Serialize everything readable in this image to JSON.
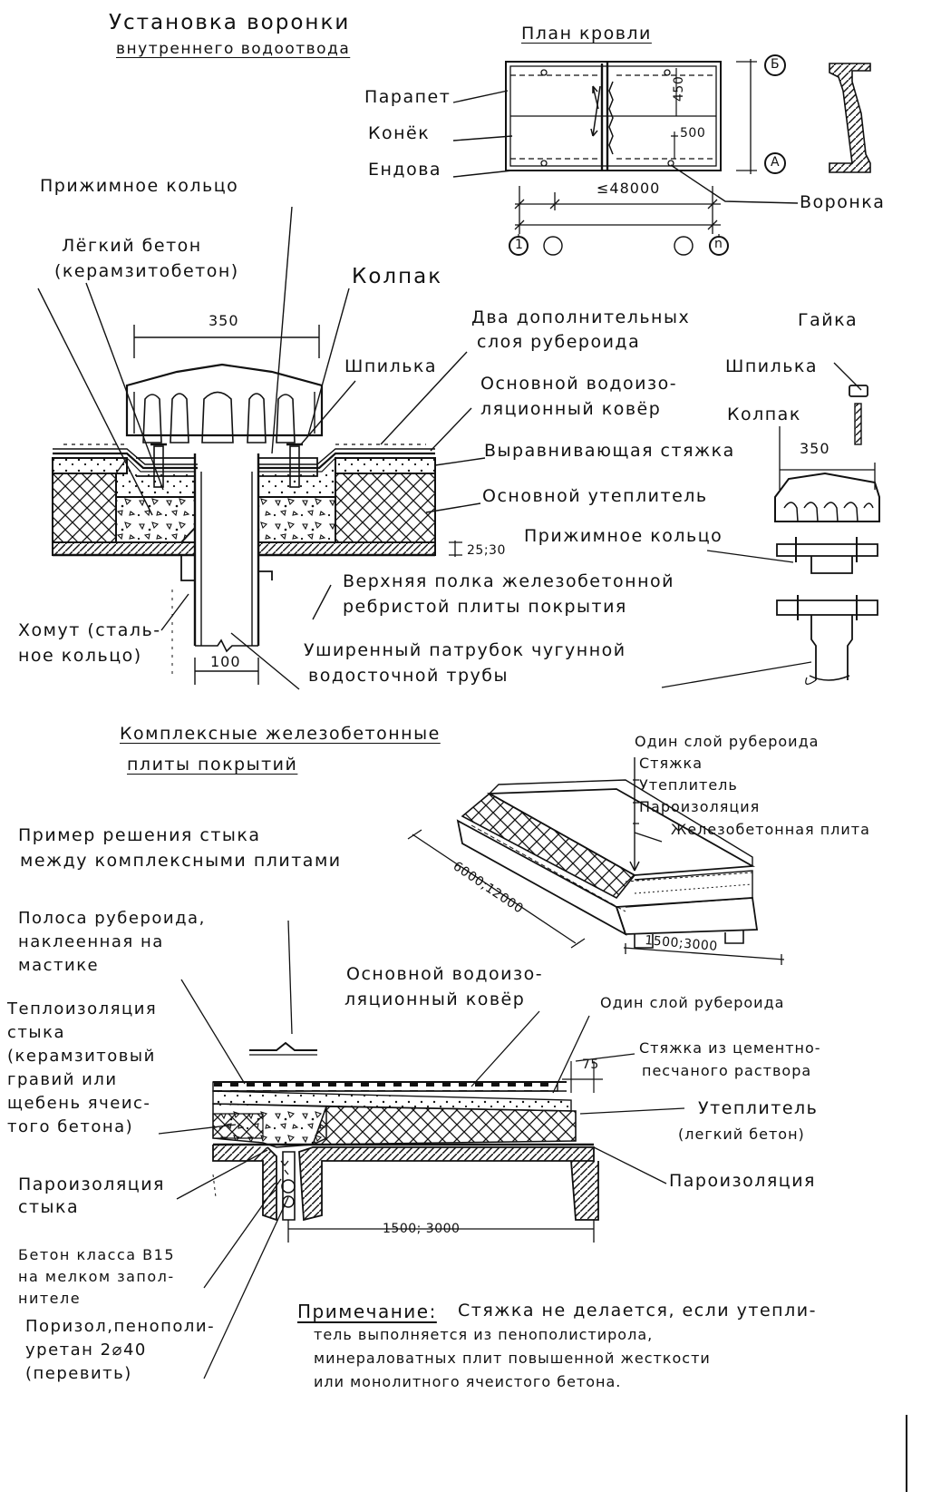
{
  "funnel": {
    "title": "Установка воронки",
    "subtitle": "внутреннего водоотвода",
    "clamp_ring": "Прижимное кольцо",
    "light_concrete_1": "Лёгкий бетон",
    "light_concrete_2": "(керамзитобетон)",
    "cap": "Колпак",
    "dim_350": "350",
    "two_layers_1": "Два дополнительных",
    "two_layers_2": "слоя рубероида",
    "stud": "Шпилька",
    "main_carpet_1": "Основной водоизо-",
    "main_carpet_2": "ляционный ковёр",
    "leveling_screed": "Выравнивающая стяжка",
    "main_insulation": "Основной утеплитель",
    "dim_25_30": "25;30",
    "upper_shelf_1": "Верхняя полка железобетонной",
    "upper_shelf_2": "ребристой плиты покрытия",
    "collar_1": "Хомут (сталь-",
    "collar_2": "ное кольцо)",
    "dim_100": "100",
    "pipe_1": "Уширенный патрубок чугунной",
    "pipe_2": "водосточной трубы"
  },
  "plan": {
    "title": "План кровли",
    "parapet": "Парапет",
    "ridge": "Конёк",
    "valley": "Ендова",
    "funnel": "Воронка",
    "dim_450": "450",
    "dim_500": "500",
    "dim_48000": "≤48000",
    "axis_b": "Б",
    "axis_a": "А",
    "axis_1": "1",
    "axis_n": "n"
  },
  "parts": {
    "nut": "Гайка",
    "stud": "Шпилька",
    "cap": "Колпак",
    "dim_350": "350",
    "clamp_ring": "Прижимное кольцо"
  },
  "complex": {
    "title_1": "Комплексные железобетонные",
    "title_2": "плиты покрытий",
    "one_layer": "Один слой рубероида",
    "screed": "Стяжка",
    "insulation": "Утеплитель",
    "vapor": "Пароизоляция",
    "rc_slab": "Железобетонная плита",
    "dim_length": "6000;12000",
    "dim_width": "1500;3000"
  },
  "joint": {
    "example_1": "Пример решения стыка",
    "example_2": "между комплексными плитами",
    "strip_1": "Полоса рубероида,",
    "strip_2": "наклеенная на",
    "strip_3": "мастике",
    "main_carpet_1": "Основной водоизо-",
    "main_carpet_2": "ляционный ковёр",
    "one_layer": "Один слой рубероида",
    "heat_1": "Теплоизоляция",
    "heat_2": "стыка",
    "heat_3": "(керамзитовый",
    "heat_4": "гравий или",
    "heat_5": "щебень ячеис-",
    "heat_6": "того бетона)",
    "screed_1": "Стяжка из цементно-",
    "screed_2": "песчаного раствора",
    "dim_75": "75",
    "insul_1": "Утеплитель",
    "insul_2": "(легкий бетон)",
    "vapor_joint_1": "Пароизоляция",
    "vapor_joint_2": "стыка",
    "vapor": "Пароизоляция",
    "dim_span": "1500; 3000",
    "concrete_1": "Бетон класса В15",
    "concrete_2": "на мелком запол-",
    "concrete_3": "нителе",
    "poroizol_1": "Поризол,пенополи-",
    "poroizol_2": "уретан 2⌀40",
    "poroizol_3": "(перевить)",
    "note_label": "Примечание:",
    "note_1": "Стяжка не делается, если утепли-",
    "note_2": "тель выполняется из пенополистирола,",
    "note_3": "минераловатных плит повышенной жесткости",
    "note_4": "или монолитного ячеистого бетона."
  }
}
